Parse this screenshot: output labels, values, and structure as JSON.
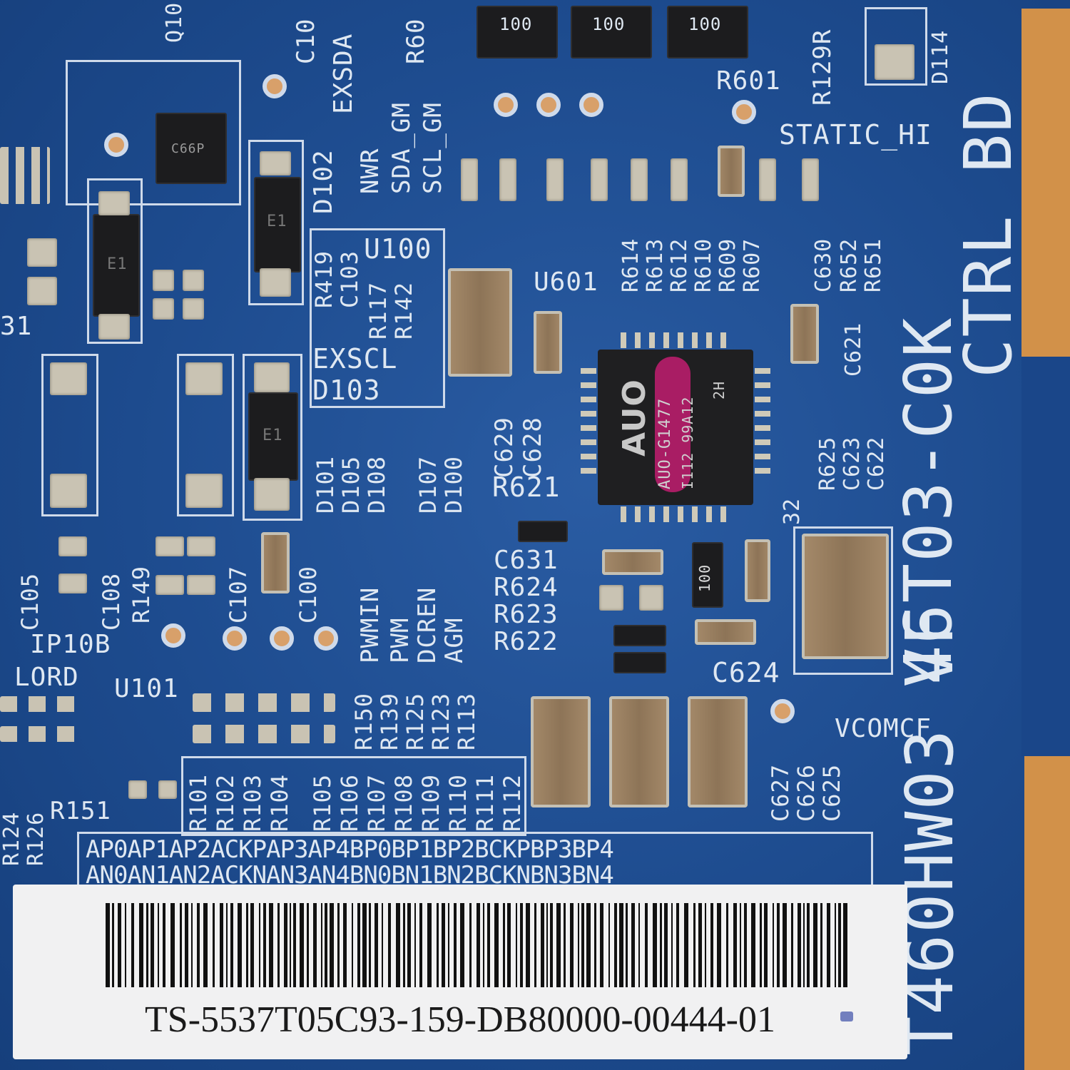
{
  "board": {
    "model": "T460HW03 VF",
    "part": "46T03-C0K",
    "type": "CTRL BD",
    "chip": {
      "ref": "U601",
      "brand": "AUO",
      "marking": "AUO-G1477",
      "line2": "I112 99A12",
      "line3": "2H",
      "pin": "32"
    },
    "test_points": {
      "exsda": "EXSDA",
      "exscl": "EXSCL",
      "static_hi": "STATIC_HI",
      "vcomcf": "VCOMCF",
      "ip10b": "IP10B",
      "lord": "LORD",
      "nwr": "NWR",
      "sda_gm": "SDA_GM",
      "scl_gm": "SCL_GM",
      "pwmin": "PWMIN",
      "pwm": "PWM",
      "dcren": "DCREN",
      "agm": "AGM"
    },
    "refs": {
      "u100": "U100",
      "u101": "U101",
      "r601": "R601",
      "r129r": "R129R",
      "r60": "R60",
      "d114": "D114",
      "c10": "C10",
      "q10": "Q10",
      "d102": "D102",
      "d103": "D103",
      "r419": "R419",
      "c103": "C103",
      "r117": "R117",
      "r142": "R142",
      "c629": "C629",
      "c628": "C628",
      "r621": "R621",
      "d101": "D101",
      "d105": "D105",
      "d108": "D108",
      "d107": "D107",
      "d100": "D100",
      "c631": "C631",
      "r624": "R624",
      "r623": "R623",
      "r622": "R622",
      "c624": "C624",
      "c630": "C630",
      "r652": "R652",
      "r651": "R651",
      "c621": "C621",
      "r625": "R625",
      "c623": "C623",
      "c622": "C622",
      "r614": "R614",
      "r613": "R613",
      "r612": "R612",
      "r610": "R610",
      "r609": "R609",
      "r607": "R607",
      "r150": "R150",
      "r139": "R139",
      "r125": "R125",
      "r123": "R123",
      "r113": "R113",
      "c105": "C105",
      "c108": "C108",
      "r149": "R149",
      "c107": "C107",
      "c100": "C100",
      "c627": "C627",
      "c626": "C626",
      "c625": "C625",
      "r151": "R151",
      "r124": "R124",
      "r126": "R126",
      "r31": "31",
      "r_bank": [
        "R101",
        "R102",
        "R103",
        "R104",
        "R105",
        "R106",
        "R107",
        "R108",
        "R109",
        "R110",
        "R111",
        "R112"
      ]
    },
    "ic_marks": {
      "c66p": "C66P",
      "e1_a": "E1",
      "e1_b": "E1",
      "e1_c": "E1",
      "chip_100a": "100",
      "chip_100b": "100",
      "chip_100c": "100",
      "chip_100d": "100"
    },
    "lvds_top": "AP0AP1AP2ACKPAP3AP4BP0BP1BP2BCKPBP3BP4",
    "lvds_bottom": "AN0AN1AN2ACKNAN3AN4BN0BN1BN2BCKNBN3BN4"
  },
  "label": {
    "serial": "TS-5537T05C93-159-DB80000-00444-01"
  }
}
